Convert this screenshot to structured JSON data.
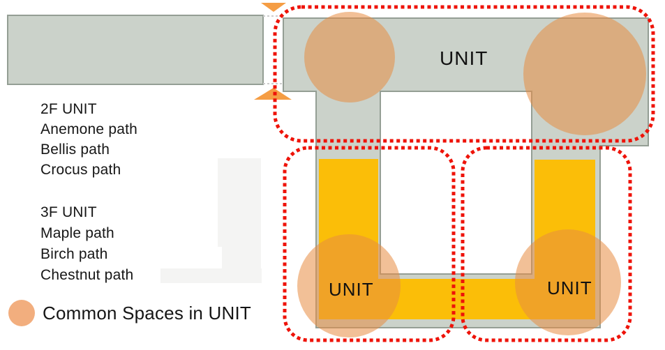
{
  "floors": [
    {
      "title": "2F UNIT",
      "paths": [
        "Anemone path",
        "Bellis path",
        "Crocus path"
      ]
    },
    {
      "title": "3F UNIT",
      "paths": [
        "Maple path",
        "Birch path",
        "Chestnut path"
      ]
    }
  ],
  "legend": {
    "label": "Common Spaces in UNIT"
  },
  "plan": {
    "upper_wing_unit_label": "UNIT",
    "lower_left_unit_label": "UNIT",
    "lower_right_unit_label": "UNIT"
  },
  "colors": {
    "corridor_gray": "#cbd2ca",
    "corridor_border": "#949e94",
    "unit_yellow": "#fbbe08",
    "highlight_red": "#ee1309",
    "arrow_orange": "#f59d44",
    "common_space_orange": "#e78c42",
    "legend_circle": "#f2ae7e"
  }
}
